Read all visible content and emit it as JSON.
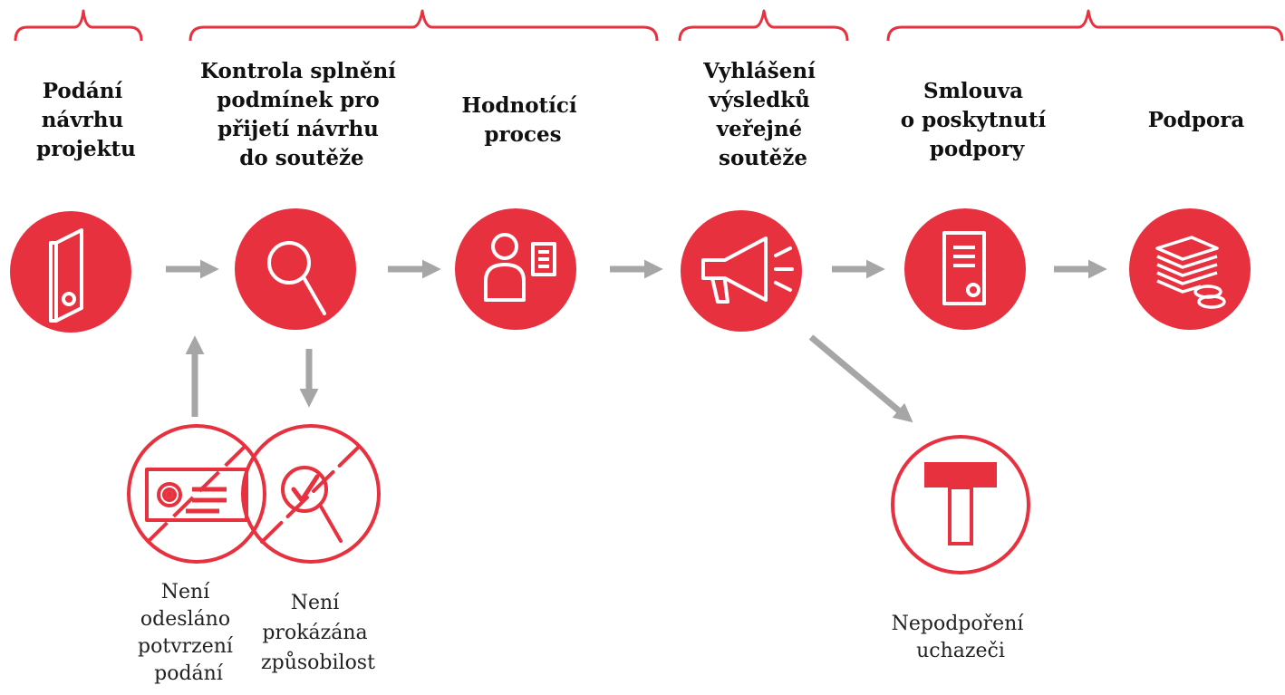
{
  "colors": {
    "accent": "#e8313f",
    "arrow": "#a6a6a6",
    "bracket": "#e8313f",
    "icon_fg": "#ffffff",
    "text": "#111111"
  },
  "steps": [
    {
      "title_lines": [
        "Podání",
        "návrhu",
        "projektu"
      ],
      "icon": "document-binder-icon"
    },
    {
      "title_lines": [
        "Kontrola splnění",
        "podmínek pro",
        "přijetí návrhu",
        "do soutěže"
      ],
      "icon": "magnifier-icon"
    },
    {
      "title_lines": [
        "Hodnotící",
        "proces"
      ],
      "icon": "evaluator-profile-icon"
    },
    {
      "title_lines": [
        "Vyhlášení",
        "výsledků",
        "veřejné",
        "soutěže"
      ],
      "icon": "megaphone-icon"
    },
    {
      "title_lines": [
        "Smlouva",
        "o poskytnutí",
        "podpory"
      ],
      "icon": "contract-icon"
    },
    {
      "title_lines": [
        "Podpora"
      ],
      "icon": "money-stack-icon"
    }
  ],
  "outcomes": [
    {
      "label_lines": [
        "Není",
        "odesláno",
        "potvrzení",
        "podání"
      ],
      "icon": "crossed-email-icon"
    },
    {
      "label_lines": [
        "Není",
        "prokázána",
        "způsobilost"
      ],
      "icon": "crossed-eligibility-icon"
    },
    {
      "label_lines": [
        "Nepodpoření",
        "uchazeči"
      ],
      "icon": "rejection-icon"
    }
  ]
}
